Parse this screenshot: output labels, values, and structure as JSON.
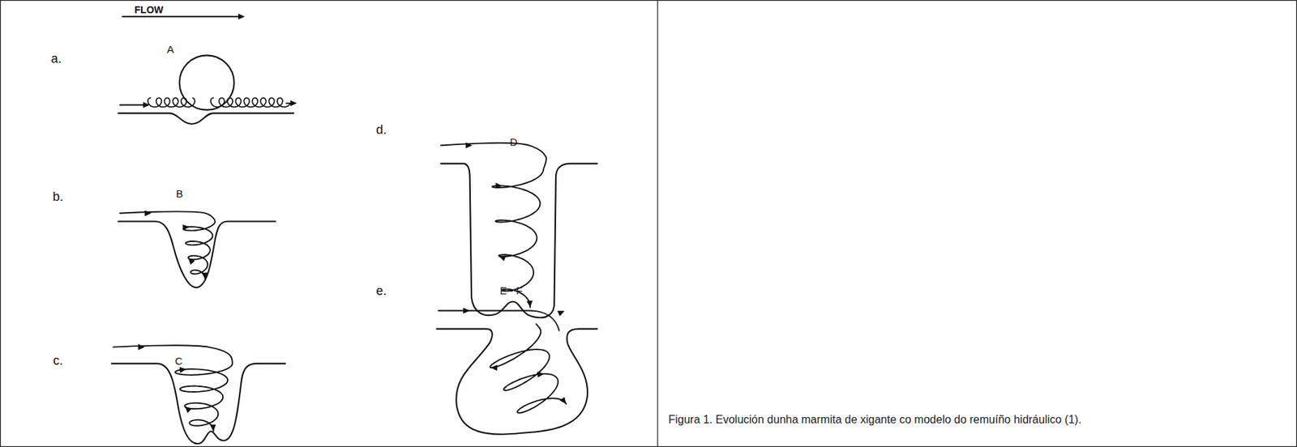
{
  "diagram": {
    "caption": "Figura 1. Evolución dunha marmita de xigante co modelo do remuíño hidráulico (1).",
    "labels": [
      "FLOW",
      "a.",
      "A",
      "b.",
      "B",
      "c.",
      "C",
      "d.",
      "D",
      "e.",
      "E - F"
    ]
  }
}
